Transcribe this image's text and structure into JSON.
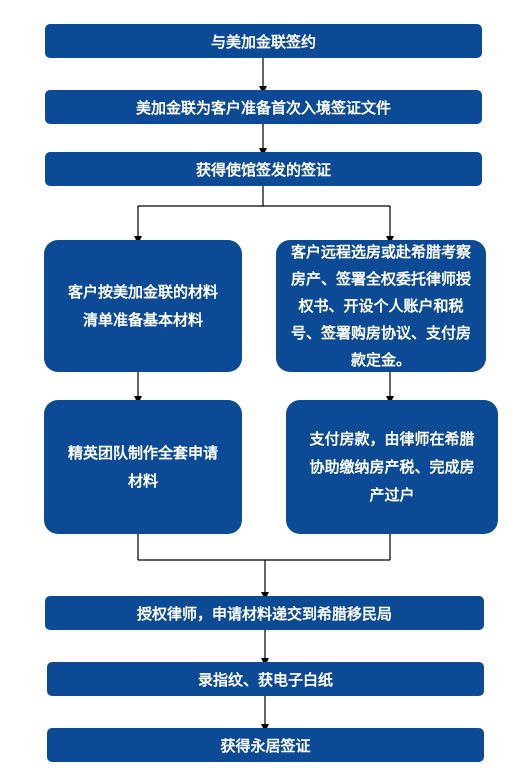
{
  "steps": {
    "s1": "与美加金联签约",
    "s2": "美加金联为客户准备首次入境签证文件",
    "s3": "获得使馆签发的签证",
    "left1": "客户按美加金联的材料清单准备基本材料",
    "right1": "客户远程选房或赴希腊考察房产、签署全权委托律师授权书、开设个人账户和税号、签署购房协议、支付房款定金。",
    "left2": "精英团队制作全套申请材料",
    "right2": "支付房款，由律师在希腊协助缴纳房产税、完成房产过户",
    "s4": "授权律师，申请材料递交到希腊移民局",
    "s5": "录指纹、获电子白纸",
    "s6": "获得永居签证"
  },
  "colors": {
    "box": "#0d4a96",
    "text": "#ffffff",
    "line": "#000000"
  }
}
